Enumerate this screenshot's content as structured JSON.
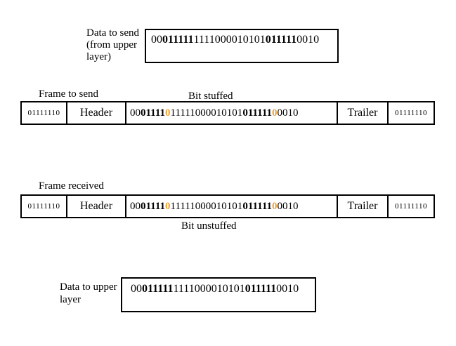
{
  "colors": {
    "background": "#FFFFFF",
    "text": "#000000",
    "border": "#000000",
    "stuffed_bit": "#F0A232"
  },
  "top_section": {
    "label_lines": [
      "Data to send",
      "(from upper",
      "layer)"
    ]
  },
  "frame_to_send": {
    "title": "Frame to send",
    "annotation": "Bit stuffed"
  },
  "frame_received": {
    "title": "Frame received",
    "annotation": "Bit unstuffed"
  },
  "bottom_section": {
    "label_lines": [
      "Data to upper",
      "layer"
    ]
  },
  "frame": {
    "flag": "01111110",
    "header_label": "Header",
    "trailer_label": "Trailer"
  },
  "bitstrings": {
    "original": {
      "full": "0001111111110000101010111110010",
      "segments": [
        {
          "text": "00",
          "style": "normal"
        },
        {
          "text": "011111",
          "style": "bold"
        },
        {
          "text": "1111000010101",
          "style": "normal"
        },
        {
          "text": "011111",
          "style": "bold"
        },
        {
          "text": "0010",
          "style": "normal"
        }
      ]
    },
    "stuffed": {
      "full": "000111101111100001010101111100010",
      "segments": [
        {
          "text": "00",
          "style": "normal"
        },
        {
          "text": "01111",
          "style": "bold"
        },
        {
          "text": "0",
          "style": "stuffed"
        },
        {
          "text": "11111000010101",
          "style": "normal"
        },
        {
          "text": "011111",
          "style": "bold"
        },
        {
          "text": "0",
          "style": "stuffed"
        },
        {
          "text": "0010",
          "style": "normal"
        }
      ]
    }
  }
}
